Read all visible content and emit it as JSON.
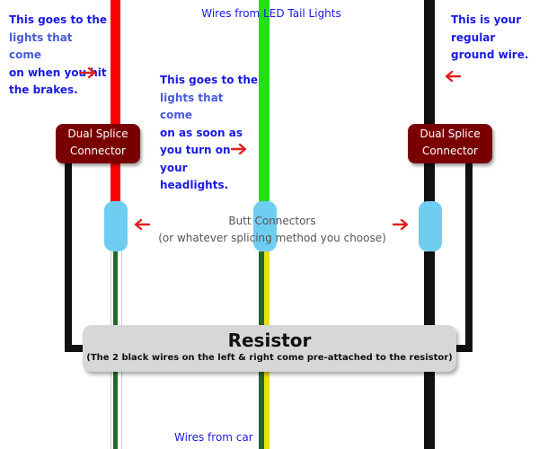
{
  "top_title": "Wires from LED Tail Lights",
  "bottom_title": "Wires from car",
  "left_note": [
    "This goes to the",
    "lights that come",
    "on when you hit",
    "the brakes."
  ],
  "middle_note": [
    "This goes to the",
    "lights that come",
    "on as soon as",
    "you turn on your",
    "headlights."
  ],
  "right_note": [
    "This is your",
    "regular",
    "ground wire."
  ],
  "splice_left": [
    "Dual Splice",
    "Connector"
  ],
  "splice_right": [
    "Dual Splice",
    "Connector"
  ],
  "butt_label": [
    "Butt Connectors",
    "(or whatever splicing method you choose)"
  ],
  "resistor": {
    "title": "Resistor",
    "subtitle": "(The 2 black wires on the left & right come pre-attached to the resistor)"
  },
  "colors": {
    "brake_wire": "#ff0000",
    "tail_wire": "#22e012",
    "ground_wire": "#111111",
    "car_green": "#1e6b2a",
    "car_yellow": "#e8e010",
    "splice": "#7a0000",
    "butt": "#6fcdf2",
    "arrow": "#e02020"
  }
}
